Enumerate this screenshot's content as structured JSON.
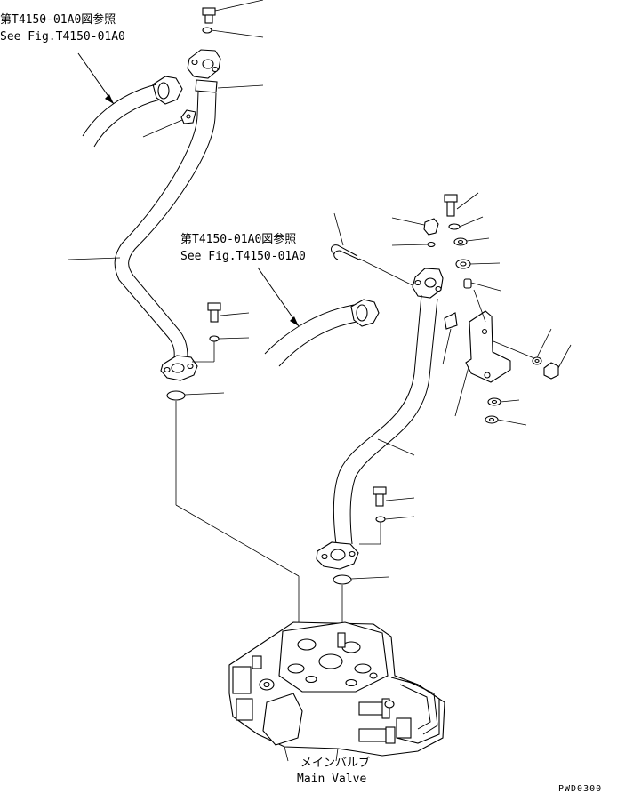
{
  "references": {
    "top_left": {
      "jp": "第T4150-01A0図参照",
      "en": "See Fig.T4150-01A0"
    },
    "middle": {
      "jp": "第T4150-01A0図参照",
      "en": "See Fig.T4150-01A0"
    }
  },
  "main_valve": {
    "jp": "メインバルブ",
    "en": "Main Valve"
  },
  "drawing_code": "PWD0300"
}
